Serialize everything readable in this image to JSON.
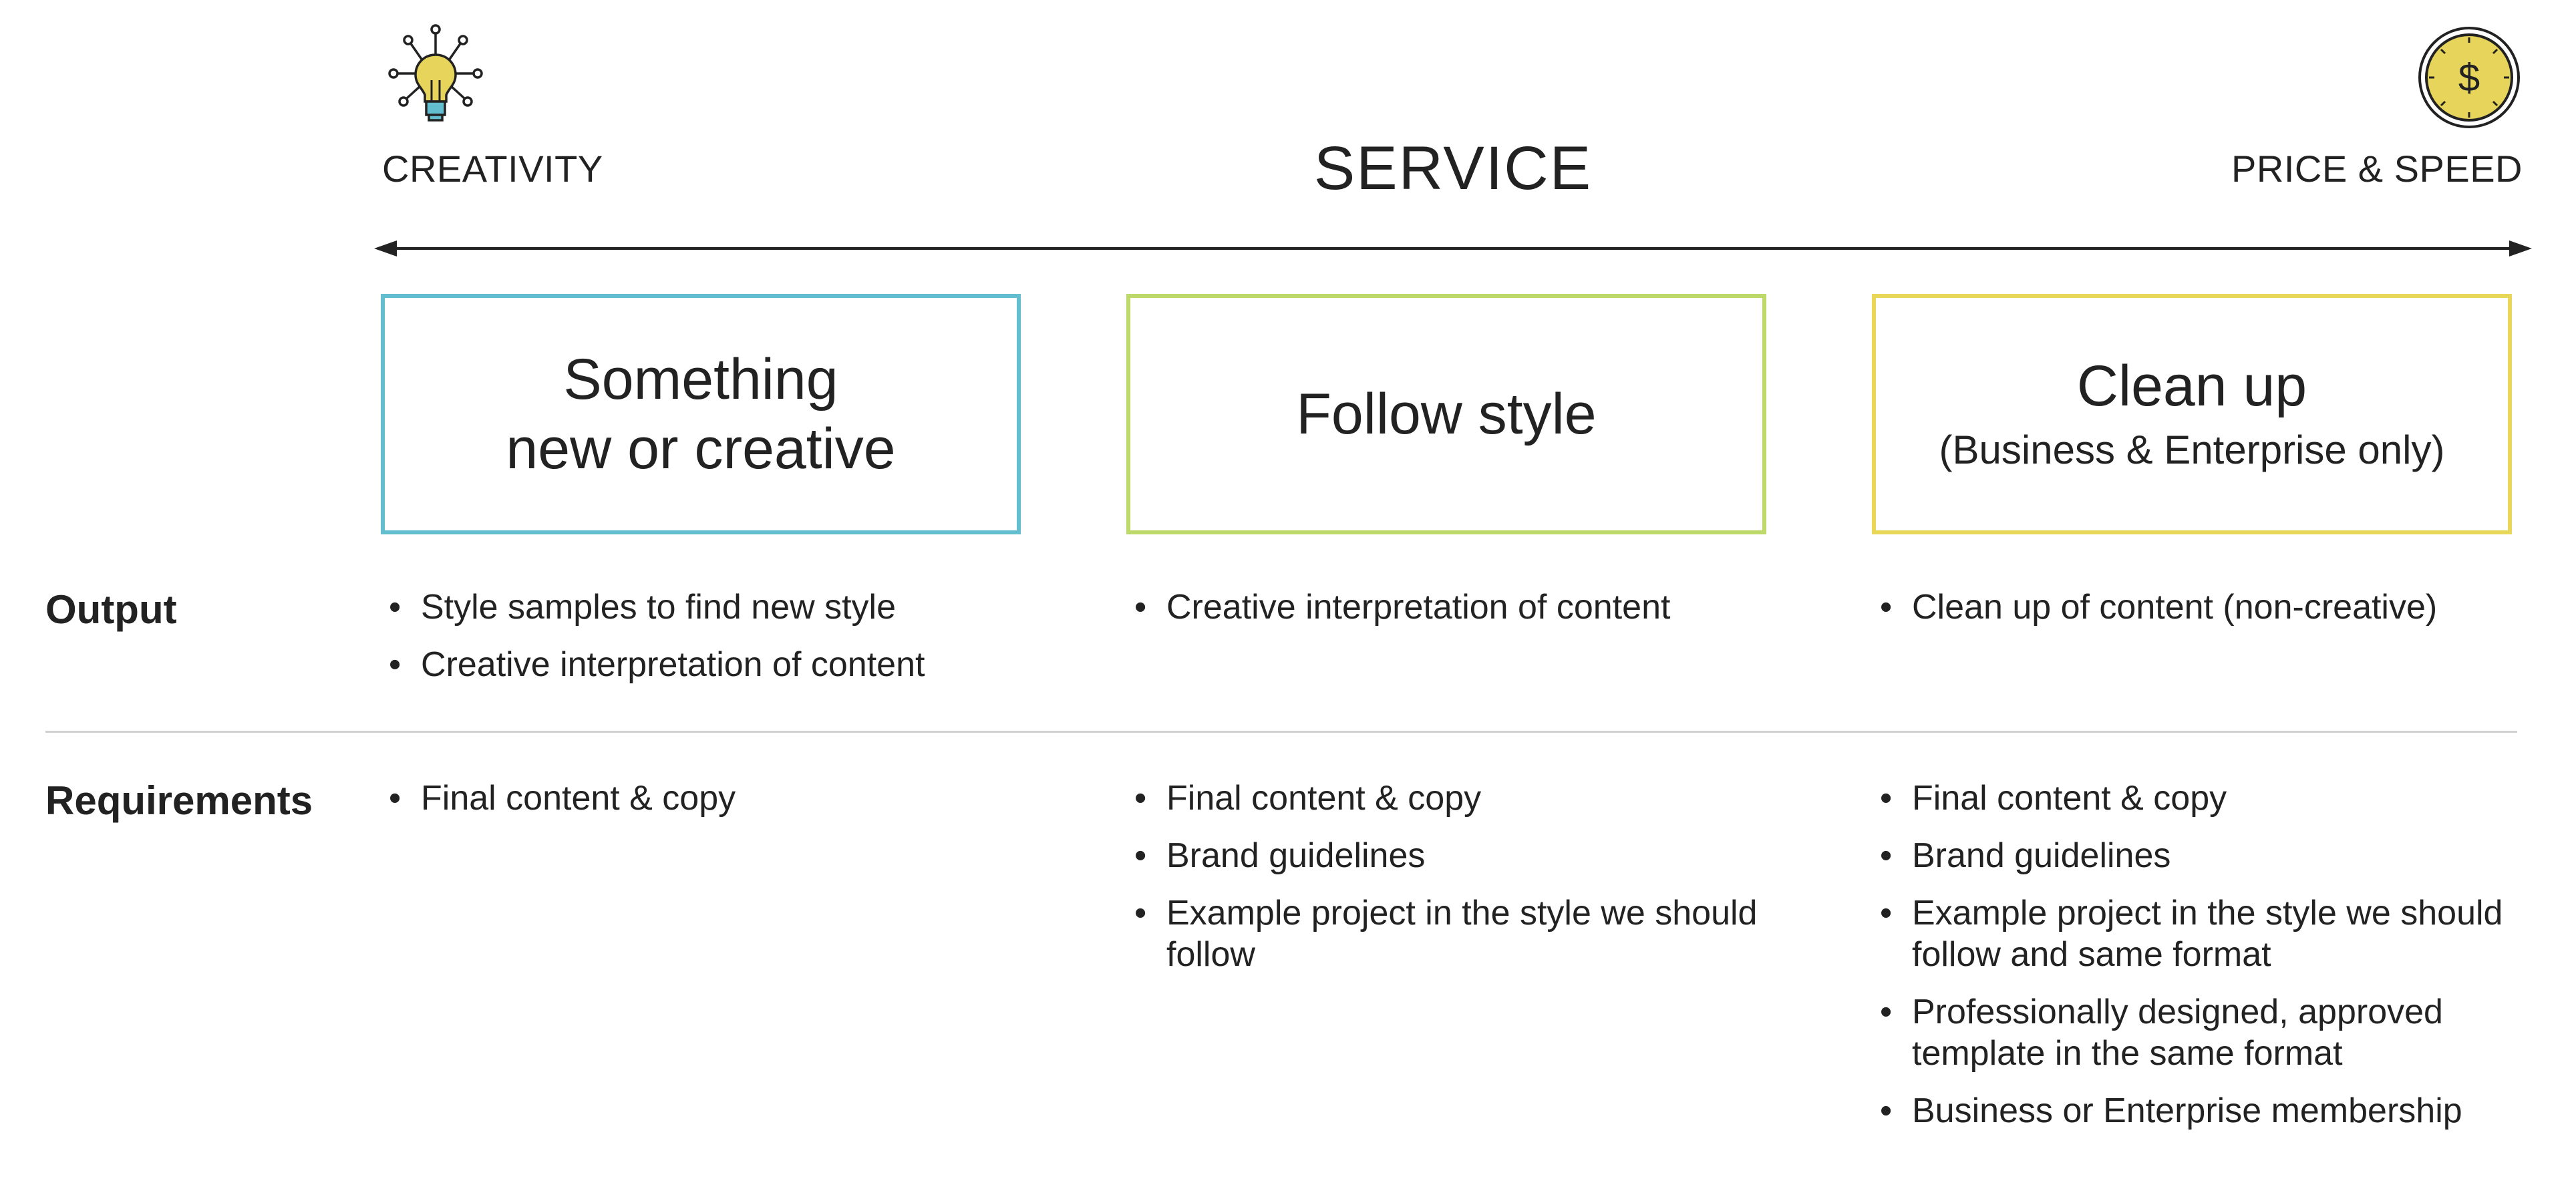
{
  "header": {
    "left_label": "CREATIVITY",
    "center_title": "SERVICE",
    "right_label": "PRICE & SPEED",
    "left_icon": "lightbulb-icon",
    "right_icon": "dollar-coin-icon"
  },
  "columns": [
    {
      "title": "Something\nnew or creative",
      "subtitle": "",
      "border_color": "#63bfd0",
      "output": [
        "Style samples to find new style",
        "Creative interpretation of content"
      ],
      "requirements": [
        "Final content & copy"
      ]
    },
    {
      "title": "Follow style",
      "subtitle": "",
      "border_color": "#bcd96a",
      "output": [
        "Creative interpretation of content"
      ],
      "requirements": [
        "Final content & copy",
        "Brand guidelines",
        "Example project in the style we should follow"
      ]
    },
    {
      "title": "Clean up",
      "subtitle": "(Business & Enterprise only)",
      "border_color": "#e9d75a",
      "output": [
        "Clean up of content (non-creative)"
      ],
      "requirements": [
        "Final content & copy",
        "Brand guidelines",
        "Example project in the style we should follow and same format",
        "Professionally designed, approved template in the same format",
        "Business or Enterprise membership"
      ]
    }
  ],
  "rows": {
    "output_label": "Output",
    "requirements_label": "Requirements"
  },
  "colors": {
    "text": "#222222",
    "icon_yellow": "#e6d55a",
    "icon_blue": "#63bfd0",
    "divider": "#d0d0d0"
  }
}
